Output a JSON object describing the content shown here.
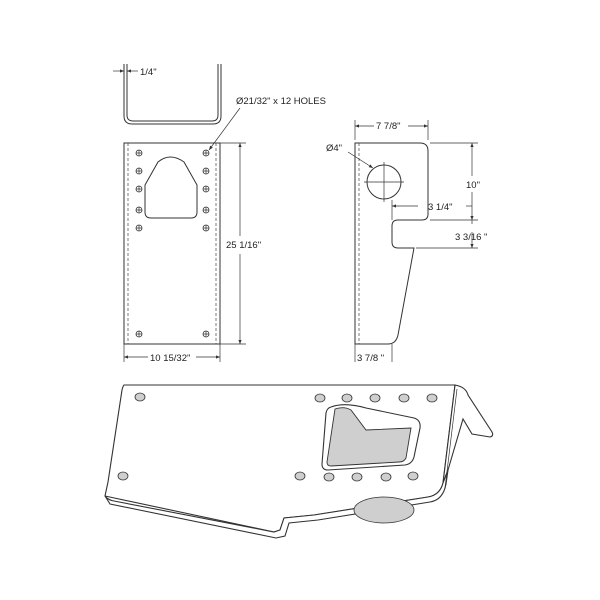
{
  "dimensions": {
    "thickness": "1/4\"",
    "holes_note": "Ø21/32\" x 12 HOLES",
    "height": "25 1/16\"",
    "width": "10 15/32\"",
    "side_top_width": "7 7/8\"",
    "big_hole": "Ø4\"",
    "side_height": "10\"",
    "notch_depth": "3 1/4\"",
    "notch_height": "3 3/16 \"",
    "side_bottom_width": "3 7/8 \""
  }
}
